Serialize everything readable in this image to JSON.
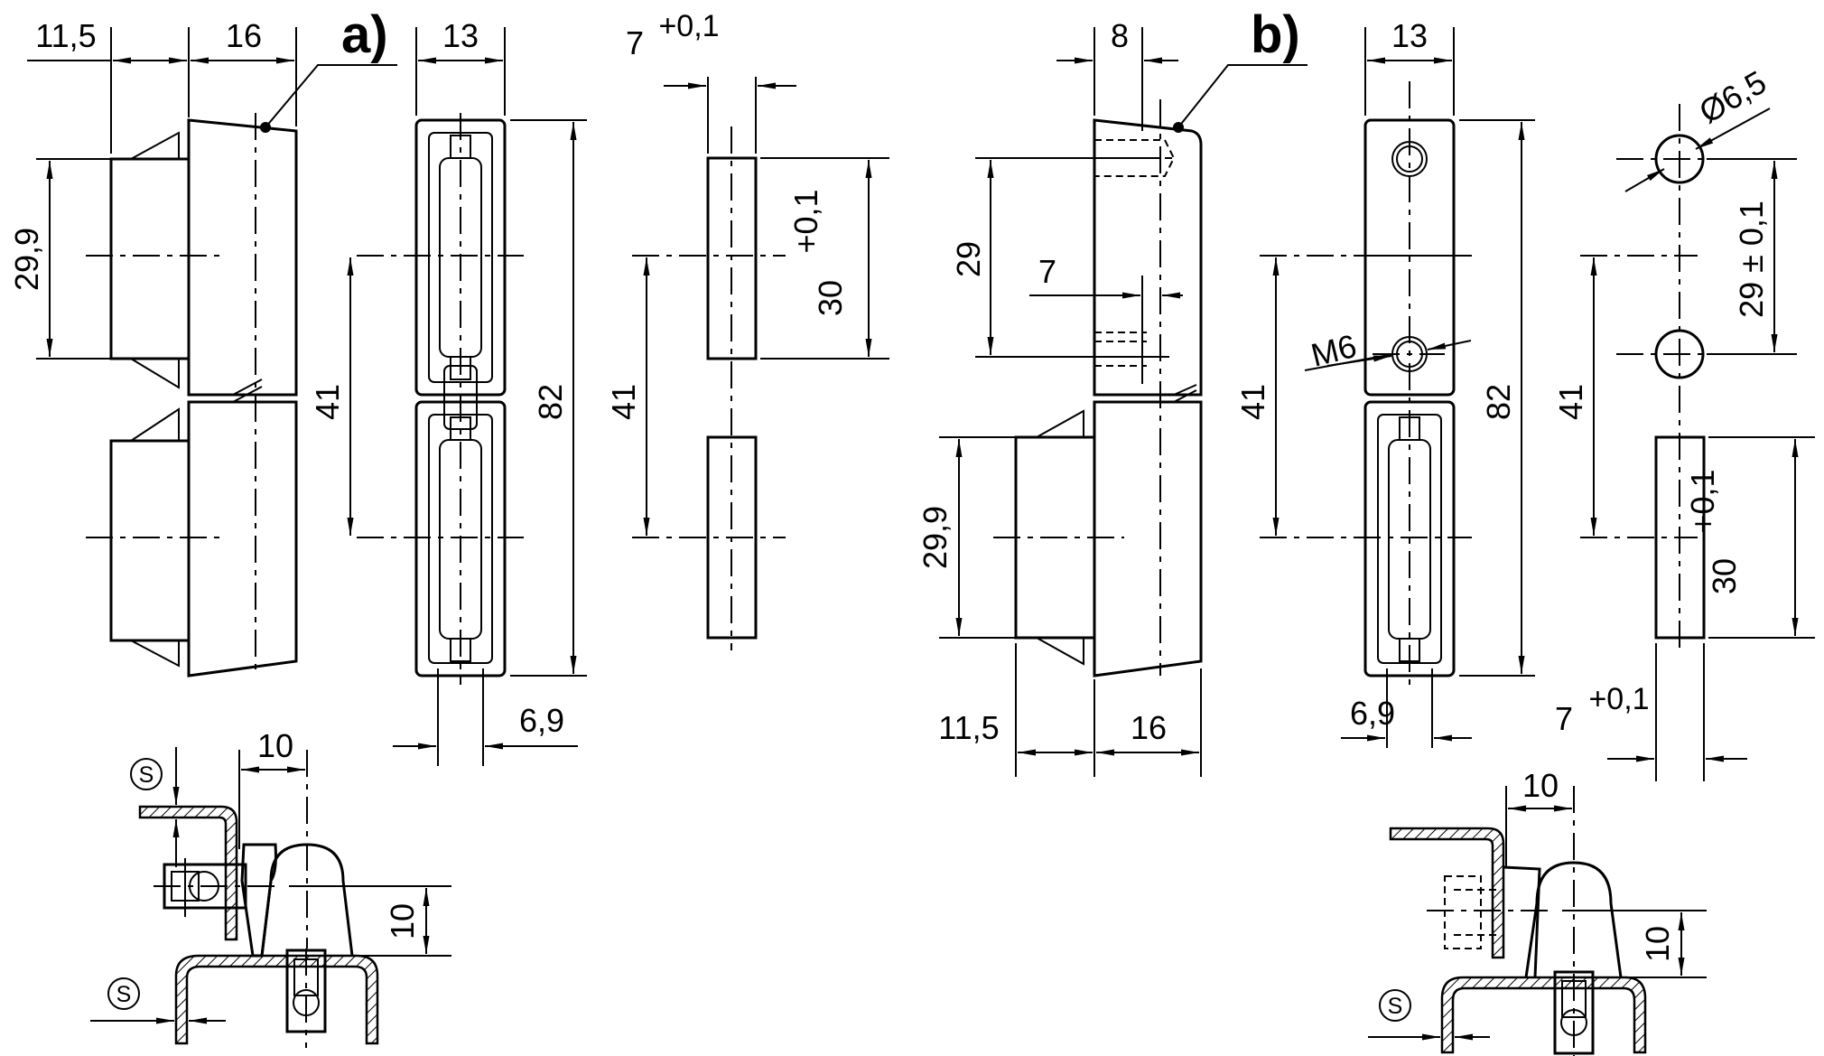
{
  "view_labels": {
    "a": "a)",
    "b": "b)"
  },
  "dims_a": {
    "w_left": "11,5",
    "w_body": "16",
    "h_pad": "29,9",
    "w_front": "13",
    "pitch": "41",
    "length": "82",
    "w_slot": "6,9",
    "w_cut": "7",
    "w_cut_tol": "+0,1",
    "h_cut": "30",
    "h_cut_tol": "+0,1"
  },
  "dims_b": {
    "w_top": "8",
    "hole_pitch": "29",
    "offset": "7",
    "w_front": "13",
    "thread": "M6",
    "pitch": "41",
    "length": "82",
    "w_slot": "6,9",
    "h_pad": "29,9",
    "w_left": "11,5",
    "w_body": "16",
    "hole_dia": "Ø6,5",
    "hole_pitch_tol": "29 ± 0,1",
    "w_cut": "7",
    "w_cut_tol": "+0,1",
    "h_cut": "30",
    "h_cut_tol": "+0,1"
  },
  "section_a": {
    "offset": "10",
    "height": "10",
    "sheet": "S"
  },
  "section_b": {
    "offset": "10",
    "height": "10",
    "sheet": "S"
  }
}
